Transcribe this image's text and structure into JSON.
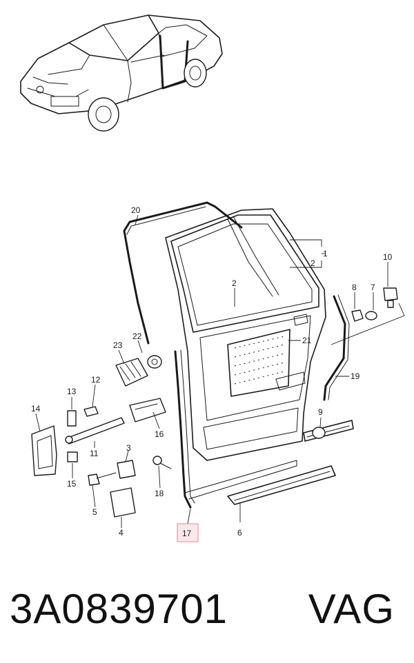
{
  "diagram": {
    "part_labels": [
      "1",
      "2",
      "2",
      "3",
      "4",
      "5",
      "6",
      "7",
      "8",
      "9",
      "10",
      "11",
      "12",
      "13",
      "14",
      "15",
      "16",
      "17",
      "18",
      "19",
      "20",
      "21",
      "22",
      "23"
    ],
    "highlighted_part": "17",
    "highlight_color": "#fbe9ea",
    "highlight_border_color": "#e08a92"
  },
  "caption": {
    "part_number": "3A0839701",
    "brand": "VAG"
  }
}
